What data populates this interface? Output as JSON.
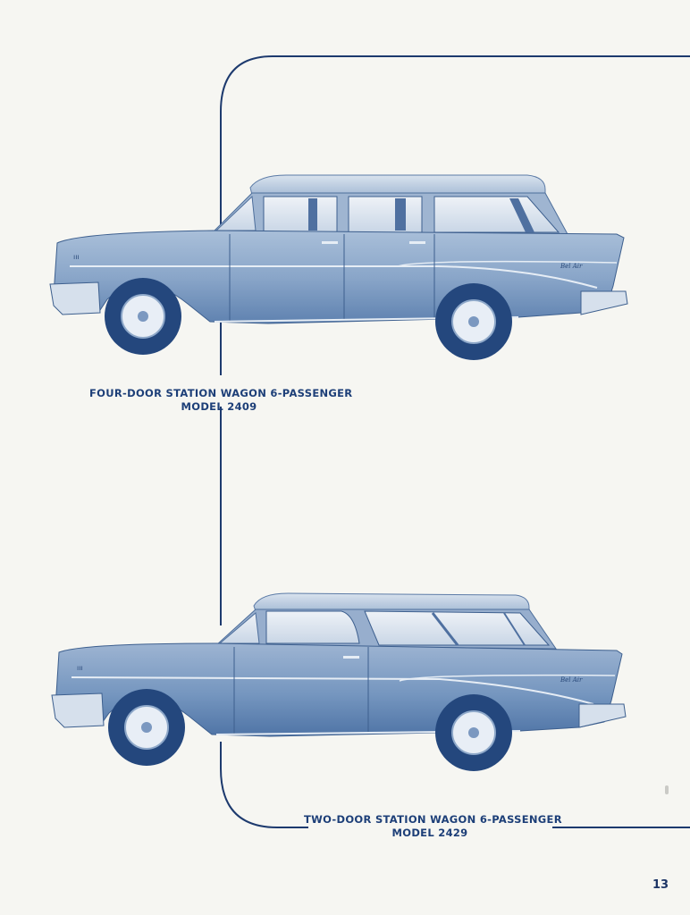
{
  "page": {
    "background": "#f6f6f2",
    "ink_color": "#1d3f78",
    "page_number": "13"
  },
  "vehicles": [
    {
      "id": "four-door",
      "caption_line1": "FOUR-DOOR STATION WAGON 6-PASSENGER",
      "caption_line2": "MODEL 2409",
      "badge_script": "Bel Air"
    },
    {
      "id": "two-door",
      "caption_line1": "TWO-DOOR STATION WAGON 6-PASSENGER",
      "caption_line2": "MODEL 2429",
      "badge_script": "Bel Air"
    }
  ]
}
